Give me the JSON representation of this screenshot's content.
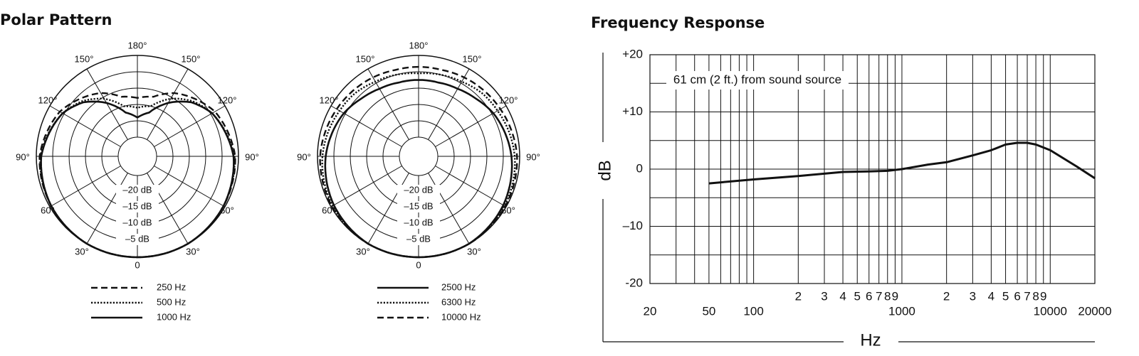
{
  "polar": {
    "title": "Polar Pattern",
    "angle_labels": [
      "180°",
      "150°",
      "150°",
      "120°",
      "120°",
      "90°",
      "90°",
      "60°",
      "60°",
      "30°",
      "30°",
      "0"
    ],
    "ring_labels": [
      "–20 dB",
      "–15 dB",
      "–10 dB",
      "–5 dB"
    ]
  },
  "frequency": {
    "title": "Frequency Response",
    "annotation": "61 cm (2 ft.) from sound source"
  },
  "chart_data": [
    {
      "type": "polar",
      "rings_db": [
        -20,
        -15,
        -10,
        -5
      ],
      "series": [
        {
          "name": "250 Hz",
          "style": "dashed",
          "angles": [
            0,
            30,
            60,
            90,
            120,
            135,
            150,
            165,
            180
          ],
          "values": [
            0,
            0,
            -0.5,
            -1,
            -3.5,
            -6,
            -8.5,
            -12,
            -13
          ]
        },
        {
          "name": "500 Hz",
          "style": "dotted",
          "angles": [
            0,
            30,
            60,
            90,
            120,
            135,
            150,
            165,
            180
          ],
          "values": [
            0,
            0,
            -0.5,
            -1.2,
            -4.5,
            -7,
            -10.5,
            -15,
            -16
          ]
        },
        {
          "name": "1000 Hz",
          "style": "solid",
          "angles": [
            0,
            30,
            60,
            90,
            120,
            135,
            150,
            165,
            180
          ],
          "values": [
            0,
            0,
            -0.5,
            -1.5,
            -4.5,
            -7.5,
            -12,
            -17,
            -19
          ]
        }
      ]
    },
    {
      "type": "polar",
      "rings_db": [
        -20,
        -15,
        -10,
        -5
      ],
      "series": [
        {
          "name": "2500 Hz",
          "style": "solid",
          "angles": [
            0,
            30,
            60,
            90,
            120,
            135,
            150,
            165,
            180
          ],
          "values": [
            0,
            0,
            -1,
            -2.5,
            -4.5,
            -6,
            -7,
            -7.5,
            -7.5
          ]
        },
        {
          "name": "6300 Hz",
          "style": "dotted",
          "angles": [
            0,
            30,
            60,
            90,
            120,
            135,
            150,
            165,
            180
          ],
          "values": [
            0,
            0,
            -0.5,
            -1.5,
            -3,
            -3.5,
            -4.5,
            -5,
            -5.5
          ]
        },
        {
          "name": "10000 Hz",
          "style": "dashed",
          "angles": [
            0,
            30,
            60,
            90,
            120,
            135,
            150,
            165,
            180
          ],
          "values": [
            0,
            0,
            -0.3,
            -0.8,
            -2,
            -2.5,
            -3,
            -3.5,
            -3.5
          ]
        }
      ]
    },
    {
      "type": "line",
      "xscale": "log",
      "xlim": [
        20,
        20000
      ],
      "ylim": [
        -20,
        20
      ],
      "xlabel": "Hz",
      "ylabel": "dB",
      "yticks": [
        "+20",
        "+10",
        "0",
        "–10",
        "-20"
      ],
      "xtick_labels": [
        "20",
        "50",
        "100",
        "2",
        "3",
        "4",
        "5",
        "6",
        "7",
        "8",
        "9",
        "1000",
        "2",
        "3",
        "4",
        "5",
        "6",
        "7",
        "8",
        "9",
        "10000",
        "20000"
      ],
      "grid": true,
      "series": [
        {
          "x": [
            50,
            100,
            200,
            300,
            400,
            600,
            800,
            1000,
            1500,
            2000,
            3000,
            4000,
            5000,
            6000,
            7000,
            8000,
            10000,
            15000,
            20000
          ],
          "y": [
            -2.5,
            -1.8,
            -1.2,
            -0.8,
            -0.5,
            -0.4,
            -0.3,
            0,
            0.8,
            1.2,
            2.4,
            3.3,
            4.3,
            4.6,
            4.6,
            4.3,
            3.3,
            0.5,
            -1.6
          ]
        }
      ]
    }
  ]
}
